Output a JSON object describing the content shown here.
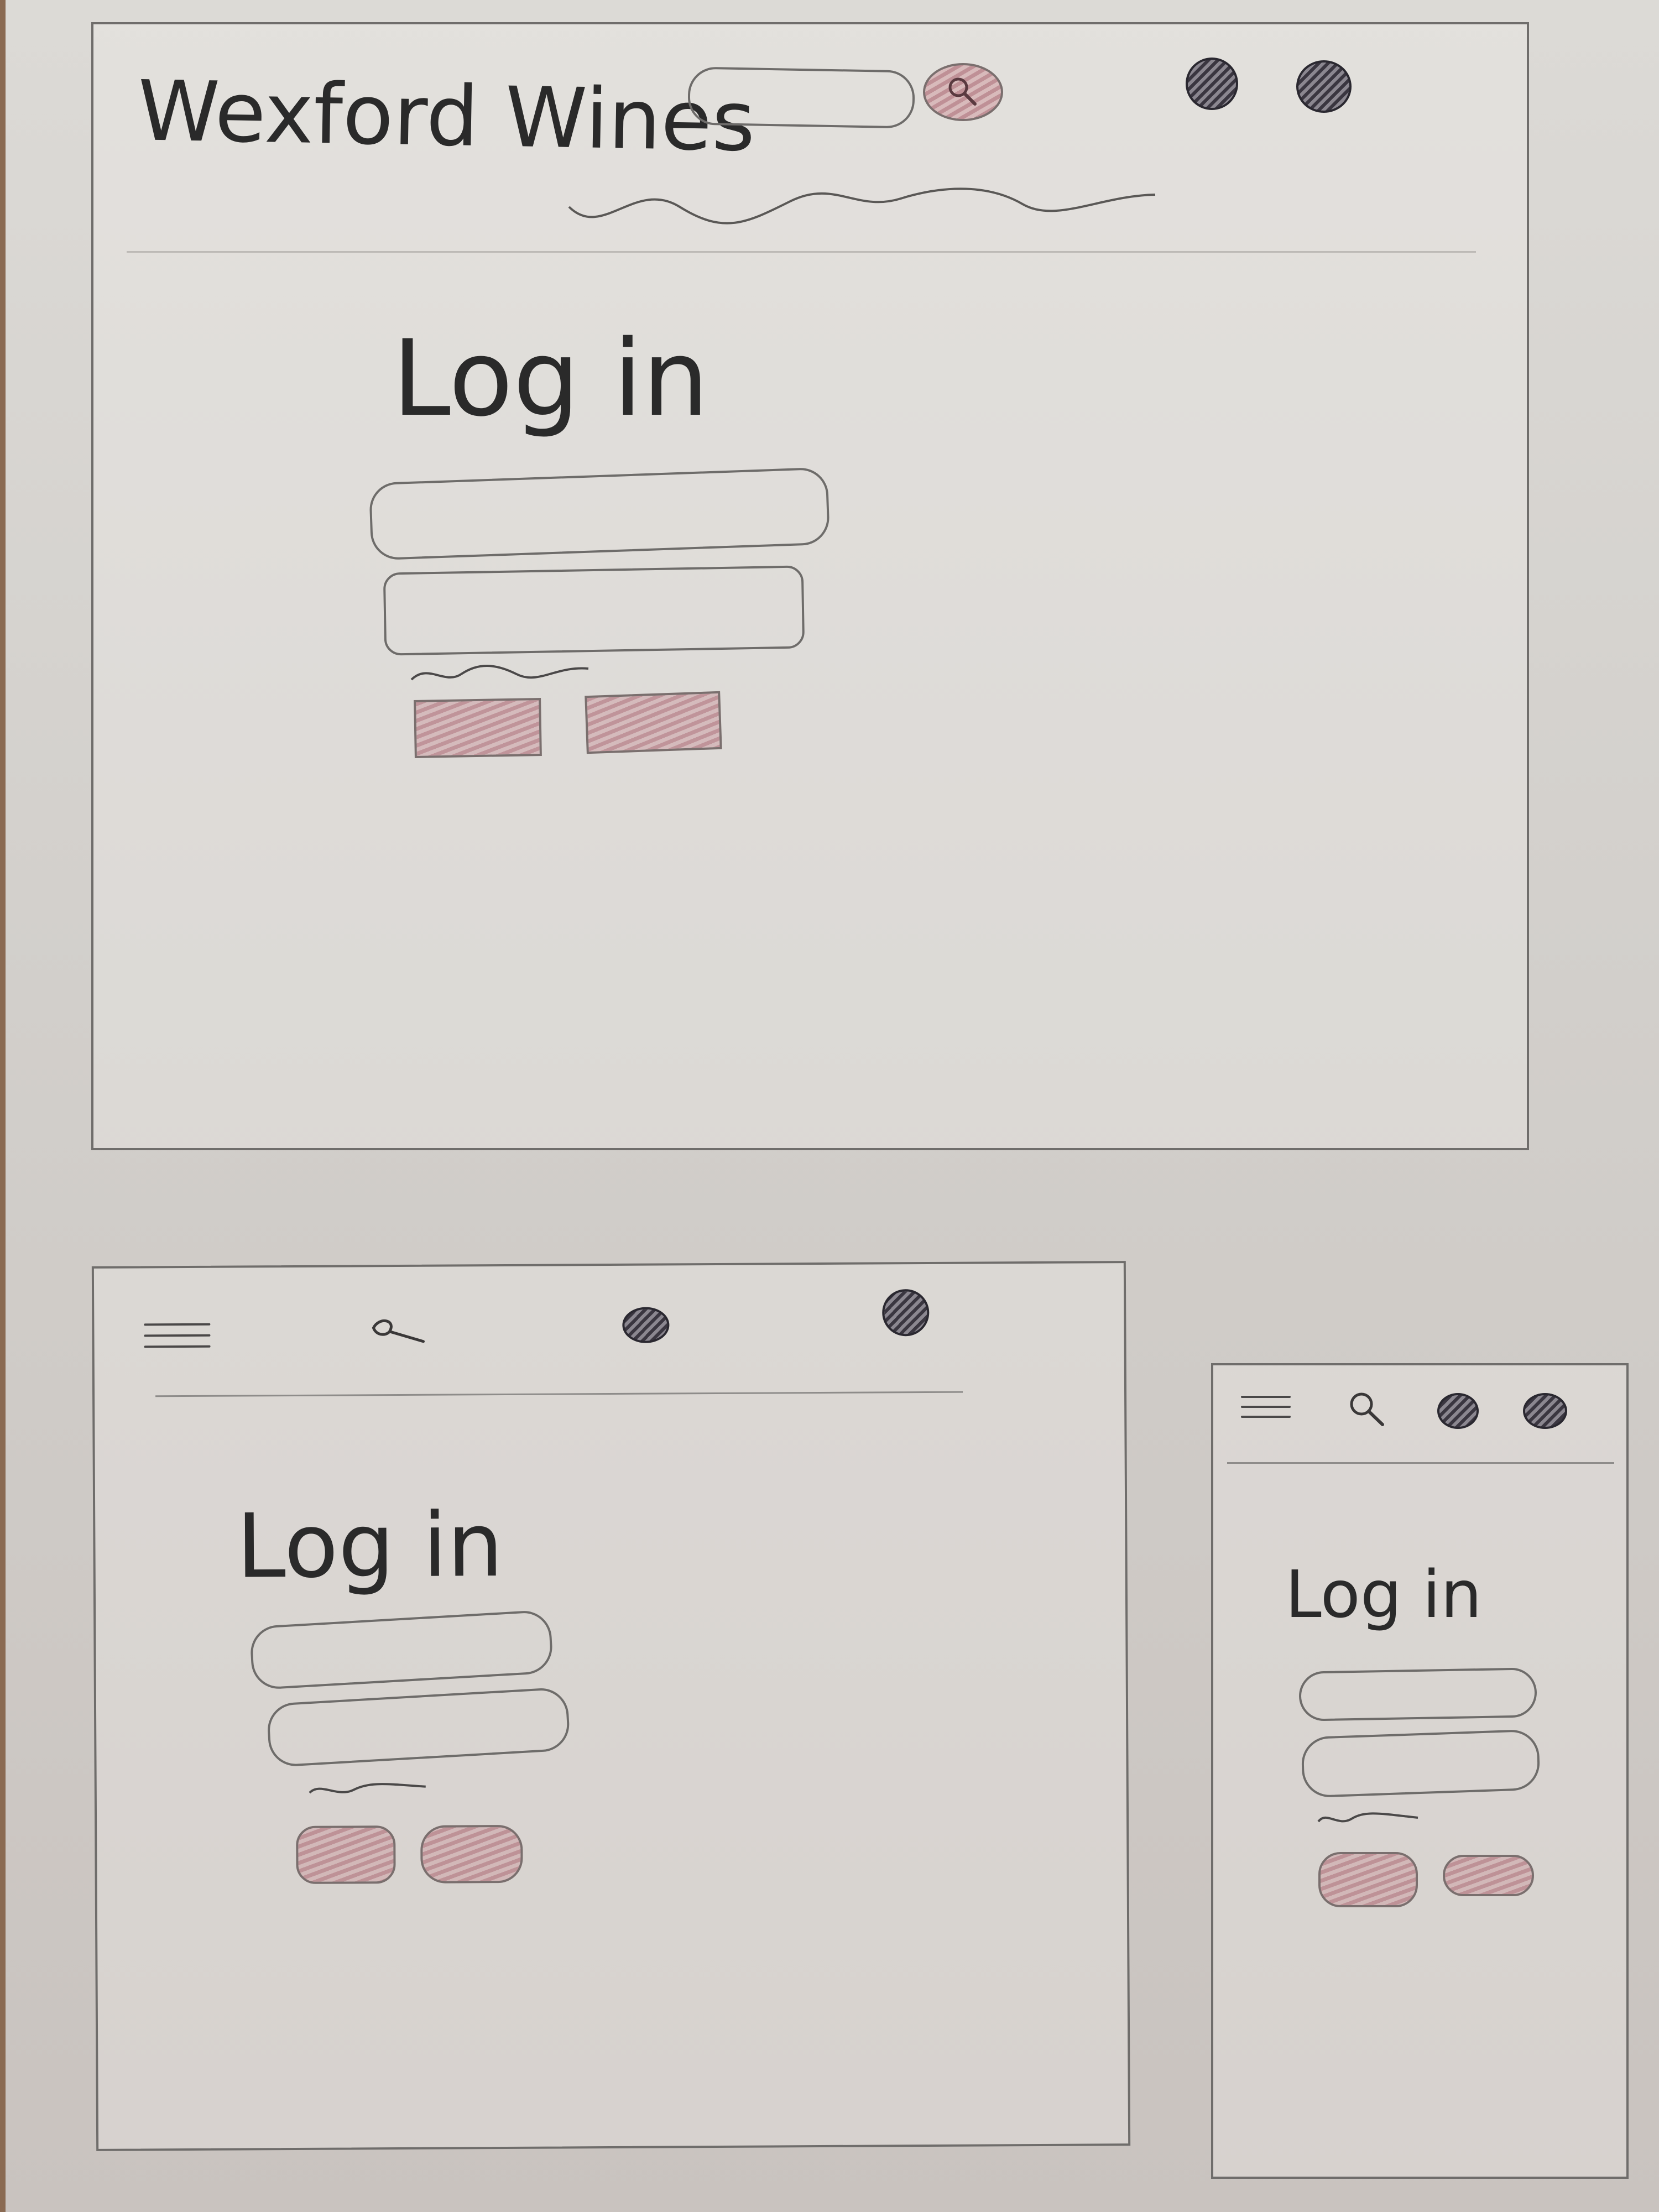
{
  "brand": {
    "title": "Wexford Wines"
  },
  "login": {
    "heading": "Log in"
  },
  "tablet": {
    "login_heading": "Log in"
  },
  "mobile": {
    "login_heading": "Log in"
  },
  "icons": {
    "search": "search-icon",
    "menu": "hamburger-menu-icon",
    "profile": "account-icon",
    "cart": "cart-icon"
  },
  "colors": {
    "accent": "#b06e78",
    "ink": "#2a2a2a",
    "paper": "#d8d5d1"
  }
}
